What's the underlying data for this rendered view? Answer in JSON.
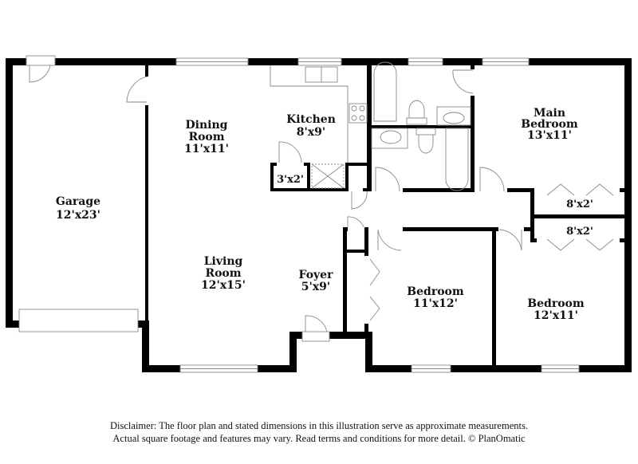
{
  "floor_plan": {
    "rooms": [
      {
        "id": "garage",
        "name": "Garage",
        "dims": "12'x23'"
      },
      {
        "id": "dining",
        "name_line1": "Dining",
        "name_line2": "Room",
        "dims": "11'x11'"
      },
      {
        "id": "kitchen",
        "name": "Kitchen",
        "dims": "8'x9'"
      },
      {
        "id": "pantry",
        "dims": "3'x2'"
      },
      {
        "id": "main-bedroom",
        "name_line1": "Main",
        "name_line2": "Bedroom",
        "dims": "13'x11'"
      },
      {
        "id": "closet-main",
        "dims": "8'x2'"
      },
      {
        "id": "closet-bedroom2",
        "dims": "8'x2'"
      },
      {
        "id": "living",
        "name_line1": "Living",
        "name_line2": "Room",
        "dims": "12'x15'"
      },
      {
        "id": "foyer",
        "name": "Foyer",
        "dims": "5'x9'"
      },
      {
        "id": "bedroom-1",
        "name": "Bedroom",
        "dims": "11'x12'"
      },
      {
        "id": "bedroom-2",
        "name": "Bedroom",
        "dims": "12'x11'"
      }
    ]
  },
  "disclaimer": {
    "line1": "Disclaimer: The floor plan and stated dimensions in this illustration serve as approximate measurements.",
    "line2": "Actual square footage and features may vary. Read terms and conditions for more detail. © PlanOmatic"
  }
}
